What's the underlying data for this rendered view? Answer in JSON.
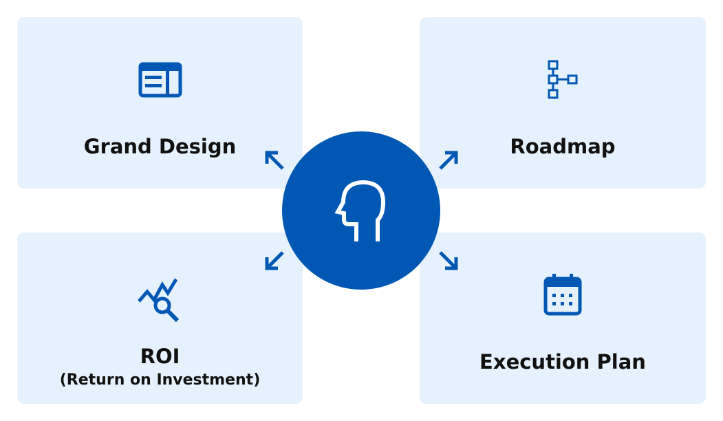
{
  "colors": {
    "accent": "#0058b4",
    "card_background": "#e5f1fc",
    "text": "#111111",
    "icon_on_accent": "#ffffff"
  },
  "hub": {
    "icon": "head-profile-icon"
  },
  "cards": {
    "grand_design": {
      "title": "Grand Design",
      "icon": "layout-window-icon"
    },
    "roadmap": {
      "title": "Roadmap",
      "icon": "hierarchy-tree-icon"
    },
    "roi": {
      "title": "ROI",
      "subtitle": "(Return on Investment)",
      "icon": "chart-magnifier-icon"
    },
    "execution_plan": {
      "title": "Execution Plan",
      "icon": "calendar-icon"
    }
  },
  "arrows": [
    "arrow-up-left-icon",
    "arrow-up-right-icon",
    "arrow-down-left-icon",
    "arrow-down-right-icon"
  ]
}
